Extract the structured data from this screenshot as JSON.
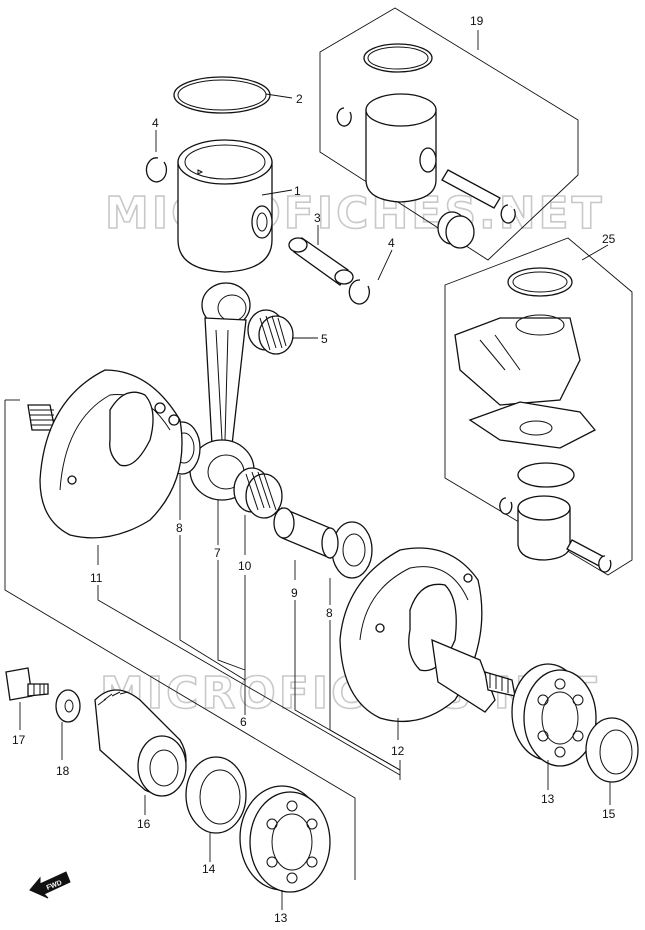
{
  "watermark": "MICROFICHES.NET",
  "fwd_label": "FWD",
  "callouts": [
    {
      "id": "c1",
      "text": "1"
    },
    {
      "id": "c2",
      "text": "2"
    },
    {
      "id": "c3",
      "text": "3"
    },
    {
      "id": "c4a",
      "text": "4"
    },
    {
      "id": "c4b",
      "text": "4"
    },
    {
      "id": "c5",
      "text": "5"
    },
    {
      "id": "c6",
      "text": "6"
    },
    {
      "id": "c7",
      "text": "7"
    },
    {
      "id": "c8a",
      "text": "8"
    },
    {
      "id": "c8b",
      "text": "8"
    },
    {
      "id": "c9",
      "text": "9"
    },
    {
      "id": "c10",
      "text": "10"
    },
    {
      "id": "c11",
      "text": "11"
    },
    {
      "id": "c12",
      "text": "12"
    },
    {
      "id": "c13a",
      "text": "13"
    },
    {
      "id": "c13b",
      "text": "13"
    },
    {
      "id": "c14",
      "text": "14"
    },
    {
      "id": "c15",
      "text": "15"
    },
    {
      "id": "c16",
      "text": "16"
    },
    {
      "id": "c17",
      "text": "17"
    },
    {
      "id": "c18",
      "text": "18"
    },
    {
      "id": "c19",
      "text": "19"
    },
    {
      "id": "c25",
      "text": "25"
    }
  ]
}
